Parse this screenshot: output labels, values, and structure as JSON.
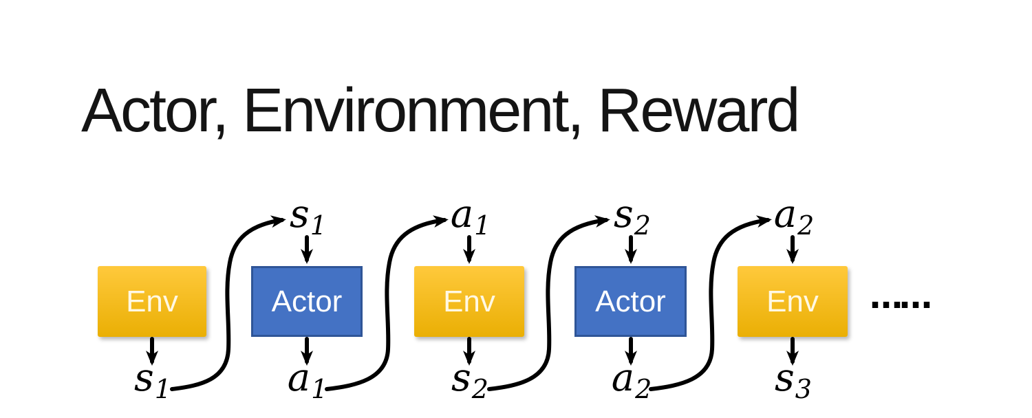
{
  "title": "Actor, Environment, Reward",
  "diagram": {
    "boxes": [
      {
        "label": "Env"
      },
      {
        "label": "Actor"
      },
      {
        "label": "Env"
      },
      {
        "label": "Actor"
      },
      {
        "label": "Env"
      }
    ],
    "top_labels": [
      {
        "base": "s",
        "sub": "1"
      },
      {
        "base": "a",
        "sub": "1"
      },
      {
        "base": "s",
        "sub": "2"
      },
      {
        "base": "a",
        "sub": "2"
      }
    ],
    "bottom_labels": [
      {
        "base": "s",
        "sub": "1"
      },
      {
        "base": "a",
        "sub": "1"
      },
      {
        "base": "s",
        "sub": "2"
      },
      {
        "base": "a",
        "sub": "2"
      },
      {
        "base": "s",
        "sub": "3"
      }
    ],
    "ellipsis": "……"
  },
  "colors": {
    "env_top": "#FFC93C",
    "env_bottom": "#EAAF04",
    "env_text": "#FFF8E3",
    "actor_fill": "#4472C4",
    "actor_border": "#2F5597",
    "actor_text": "#FFFFFF",
    "arrow": "#000000",
    "title_text": "#141414"
  }
}
